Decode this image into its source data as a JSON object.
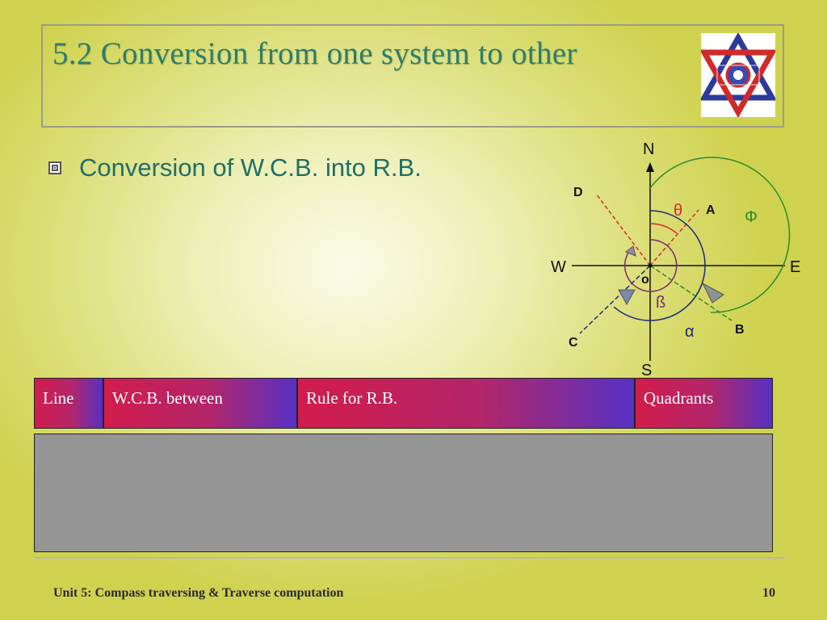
{
  "slide": {
    "title": "5.2 Conversion from one system to other",
    "bullet": "Conversion of W.C.B. into R.B."
  },
  "diagram": {
    "labels": {
      "north": "N",
      "south": "S",
      "east": "E",
      "west": "W",
      "origin": "o",
      "a": "A",
      "b": "B",
      "c": "C",
      "d": "D",
      "theta": "θ",
      "phi": "Φ",
      "beta": "ß",
      "alpha": "α"
    },
    "colors": {
      "red": "#d62a2a",
      "green": "#2e8b2e",
      "navy": "#1c2a7a",
      "purple": "#7a2a70"
    }
  },
  "table": {
    "headers": [
      "Line",
      "W.C.B. between",
      "Rule for R.B.",
      "Quadrants"
    ]
  },
  "footer": {
    "course": "Unit 5: Compass traversing & Traverse computation",
    "page": "10"
  }
}
